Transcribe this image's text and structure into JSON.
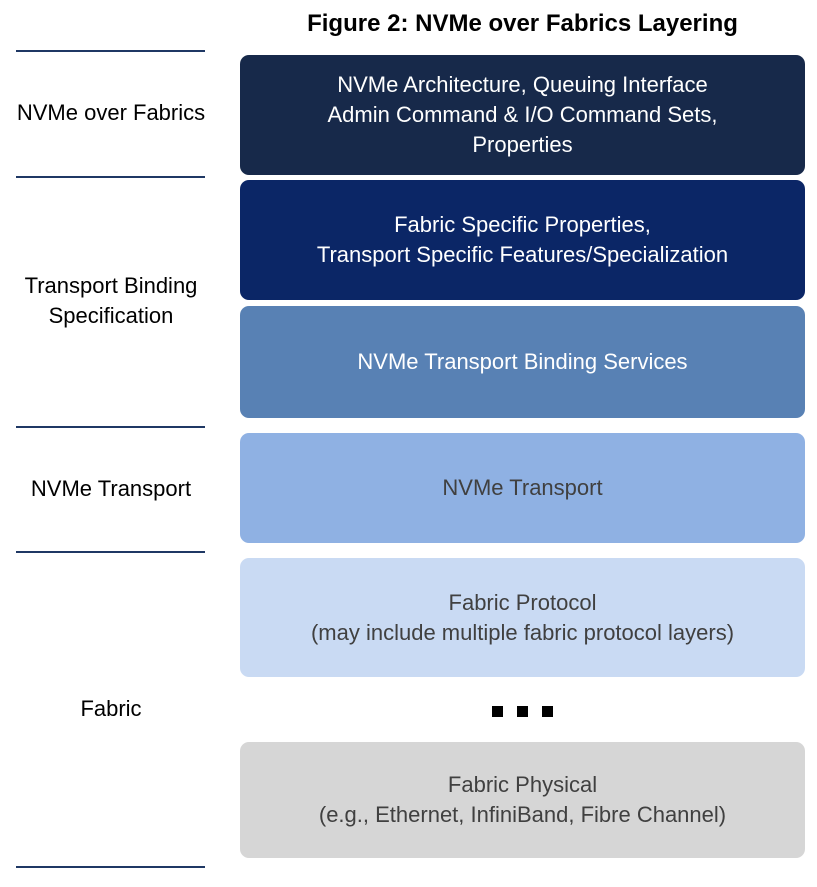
{
  "figure": {
    "title": "Figure 2: NVMe over Fabrics Layering"
  },
  "rail": {
    "labels": [
      {
        "text": "NVMe over Fabrics"
      },
      {
        "text": "Transport Binding Specification"
      },
      {
        "text": "NVMe Transport"
      },
      {
        "text": "Fabric"
      }
    ]
  },
  "layers": [
    {
      "name": "nvme-architecture",
      "lines": [
        "NVMe Architecture, Queuing Interface",
        "Admin Command & I/O Command Sets,",
        "Properties"
      ],
      "bg": "#17294A",
      "fg": "#FFFFFF"
    },
    {
      "name": "fabric-specific-properties",
      "lines": [
        "Fabric Specific Properties,",
        "Transport Specific Features/Specialization"
      ],
      "bg": "#0B2666",
      "fg": "#FFFFFF"
    },
    {
      "name": "nvme-transport-binding-services",
      "lines": [
        "NVMe Transport Binding Services"
      ],
      "bg": "#5881B4",
      "fg": "#FFFFFF"
    },
    {
      "name": "nvme-transport",
      "lines": [
        "NVMe Transport"
      ],
      "bg": "#8FB1E3",
      "fg": "#404040"
    },
    {
      "name": "fabric-protocol",
      "lines": [
        "Fabric Protocol",
        "(may include multiple fabric protocol layers)"
      ],
      "bg": "#C9DAF3",
      "fg": "#404040"
    },
    {
      "name": "fabric-physical",
      "lines": [
        "Fabric Physical",
        "(e.g., Ethernet, InfiniBand, Fibre Channel)"
      ],
      "bg": "#D6D6D6",
      "fg": "#404040"
    }
  ],
  "continuation": {
    "style": "three-black-squares"
  },
  "colors": {
    "bracket_line": "#1F3864",
    "title_text": "#000000",
    "label_text": "#000000",
    "dots": "#000000",
    "background": "#FFFFFF"
  }
}
